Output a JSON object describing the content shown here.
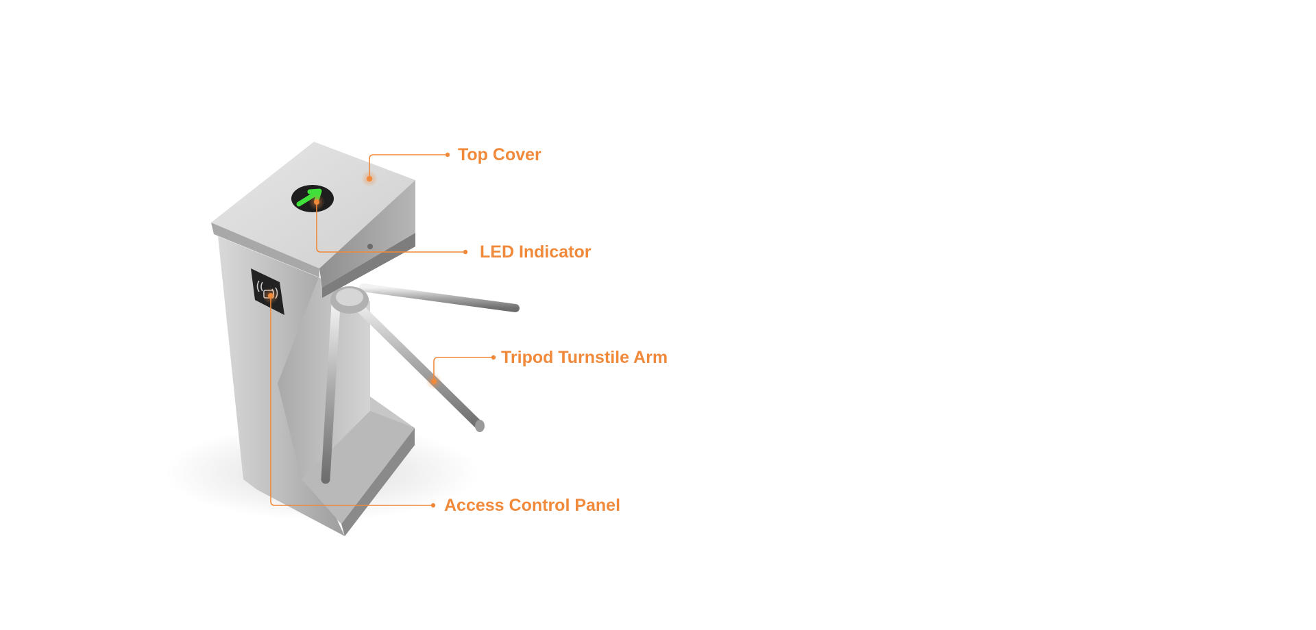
{
  "accent_color": "#f0893a",
  "callouts": {
    "top_cover": {
      "label": "Top Cover"
    },
    "led_indicator": {
      "label": "LED Indicator"
    },
    "tripod_arm": {
      "label": "Tripod Turnstile Arm"
    },
    "access_panel": {
      "label": "Access Control Panel"
    }
  },
  "icons": [
    "led-arrow-icon",
    "rfid-card-icon"
  ]
}
